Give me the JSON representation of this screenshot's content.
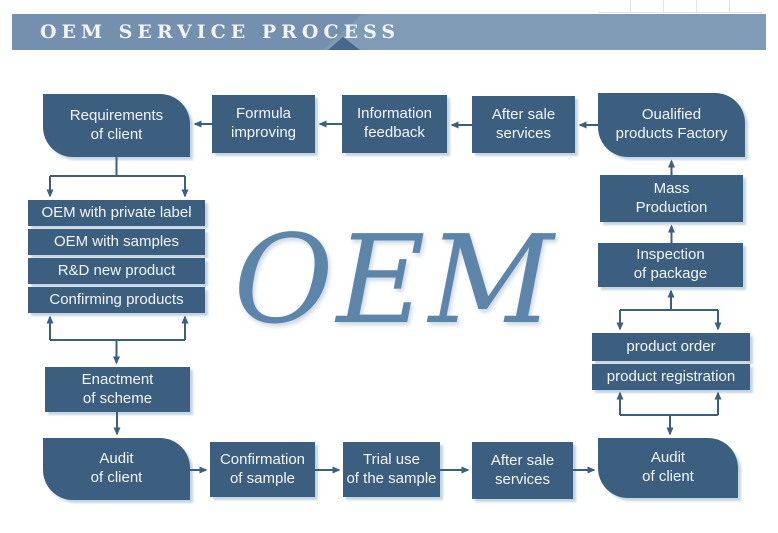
{
  "header": {
    "title": "OEM SERVICE PROCESS"
  },
  "watermark": "OEM",
  "colors": {
    "box-fill": "#3d5f7f",
    "box-text": "#f2f6f9",
    "connector": "#3c5e7f",
    "header-bar": "#7590ae",
    "header-bar-light": "#7f9bb6",
    "header-accent": "#46688d",
    "watermark-color": "#5d84a9"
  },
  "nodes": {
    "requirements": "Requirements\nof client",
    "formula": "Formula\nimproving",
    "feedback": "Information\nfeedback",
    "aftersale_top": "After sale\nservices",
    "factory": "Oualified\nproducts Factory",
    "options": [
      "OEM with private label",
      "OEM with samples",
      "R&D new product",
      "Confirming products"
    ],
    "enactment": "Enactment\nof scheme",
    "audit_left": "Audit\nof client",
    "confirmation": "Confirmation\nof sample",
    "trial": "Trial use\nof the sample",
    "aftersale_bottom": "After sale\nservices",
    "audit_right": "Audit\nof client",
    "mass": "Mass\nProduction",
    "inspection": "Inspection\nof package",
    "order": "product order",
    "registration": "product registration"
  }
}
